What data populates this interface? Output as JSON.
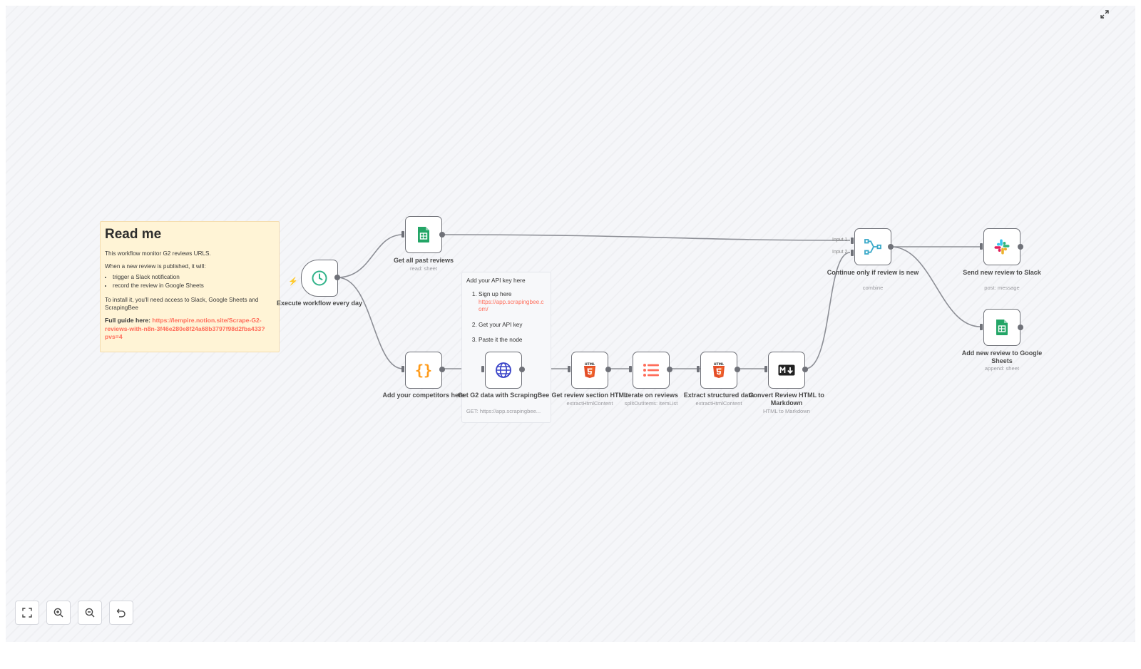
{
  "sticky_main": {
    "title": "Read me",
    "line1": "This workflow monitor G2 reviews URLS.",
    "line2": "When a new review is published, it will:",
    "bullets": [
      "trigger a Slack notification",
      "record the review in Google Sheets"
    ],
    "line3": "To install it, you'll need access to Slack, Google Sheets and ScrapingBee",
    "guide_label": "Full guide here:",
    "guide_link": "https://lempire.notion.site/Scrape-G2-reviews-with-n8n-3f46e280e8f24a68b3797f98d2fba433?pvs=4"
  },
  "sticky_api": {
    "title": "Add your API key here",
    "step1": "Sign up here",
    "step1_link": "https://app.scrapingbee.com/",
    "step2": "Get your API key",
    "step3": "Paste it the node"
  },
  "nodes": {
    "schedule": {
      "label": "Execute workflow every day",
      "sub": "",
      "icon": "clock-icon"
    },
    "past_reviews": {
      "label": "Get all past reviews",
      "sub": "read: sheet",
      "icon": "google-sheets-icon"
    },
    "competitors": {
      "label": "Add your competitors here",
      "sub": "",
      "icon": "code-braces-icon"
    },
    "scrapingbee": {
      "label": "Get G2 data with ScrapingBee",
      "sub": "GET: https://app.scrapingbee...",
      "icon": "globe-icon"
    },
    "review_section": {
      "label": "Get review section HTML",
      "sub": "extractHtmlContent",
      "icon": "html5-icon"
    },
    "iterate": {
      "label": "Iterate on reviews",
      "sub": "splitOutItems: itemList",
      "icon": "list-icon"
    },
    "extract": {
      "label": "Extract structured data",
      "sub": "extractHtmlContent",
      "icon": "html5-icon"
    },
    "markdown": {
      "label": "Convert Review HTML to Markdown",
      "sub": "HTML to Markdown",
      "icon": "markdown-icon"
    },
    "merge": {
      "label": "Continue only if review is new",
      "sub": "combine",
      "icon": "merge-icon",
      "input1": "Input 1",
      "input2": "Input 2"
    },
    "slack": {
      "label": "Send new review to Slack",
      "sub": "post: message",
      "icon": "slack-icon"
    },
    "sheets_add": {
      "label": "Add new review to Google Sheets",
      "sub": "append: sheet",
      "icon": "google-sheets-icon"
    }
  },
  "controls": [
    "fit-view-icon",
    "zoom-in-icon",
    "zoom-out-icon",
    "undo-icon"
  ],
  "colors": {
    "accent": "#ff6d5a",
    "sheets_green": "#23a566",
    "node_border": "#6f7178",
    "sticky_yellow": "#fff4d6"
  }
}
